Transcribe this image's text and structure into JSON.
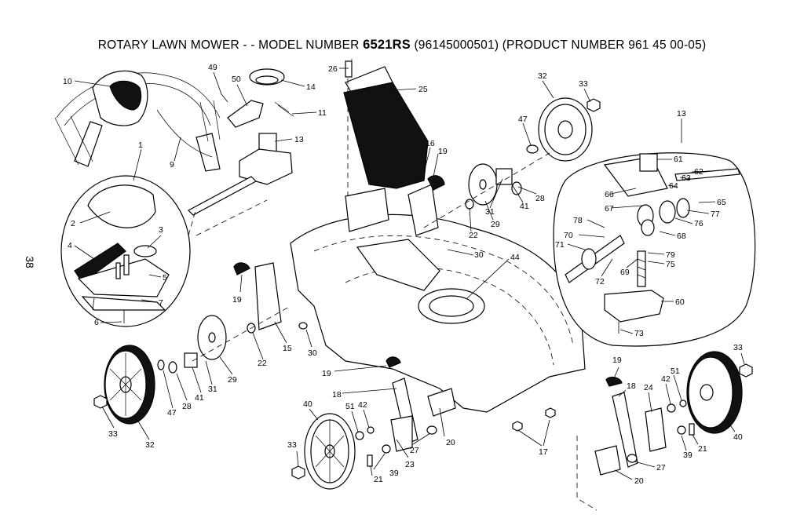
{
  "header": {
    "prefix": "ROTARY LAWN MOWER - - MODEL NUMBER",
    "model": "6521RS",
    "suffix": "(96145000501) (PRODUCT NUMBER 961 45 00-05)"
  },
  "page_number": "38",
  "callouts": [
    {
      "id": "c-10",
      "text": "10"
    },
    {
      "id": "c-1",
      "text": "1"
    },
    {
      "id": "c-9",
      "text": "9"
    },
    {
      "id": "c-2",
      "text": "2"
    },
    {
      "id": "c-3",
      "text": "3"
    },
    {
      "id": "c-4",
      "text": "4"
    },
    {
      "id": "c-5",
      "text": "5"
    },
    {
      "id": "c-7",
      "text": "7"
    },
    {
      "id": "c-6",
      "text": "6"
    },
    {
      "id": "c-49",
      "text": "49"
    },
    {
      "id": "c-50",
      "text": "50"
    },
    {
      "id": "c-14",
      "text": "14"
    },
    {
      "id": "c-11",
      "text": "11"
    },
    {
      "id": "c-13a",
      "text": "13"
    },
    {
      "id": "c-26",
      "text": "26"
    },
    {
      "id": "c-25",
      "text": "25"
    },
    {
      "id": "c-16",
      "text": "16"
    },
    {
      "id": "c-19a",
      "text": "19"
    },
    {
      "id": "c-32a",
      "text": "32"
    },
    {
      "id": "c-33a",
      "text": "33"
    },
    {
      "id": "c-47a",
      "text": "47"
    },
    {
      "id": "c-28a",
      "text": "28"
    },
    {
      "id": "c-41a",
      "text": "41"
    },
    {
      "id": "c-31a",
      "text": "31"
    },
    {
      "id": "c-29a",
      "text": "29"
    },
    {
      "id": "c-22a",
      "text": "22"
    },
    {
      "id": "c-30a",
      "text": "30"
    },
    {
      "id": "c-44",
      "text": "44"
    },
    {
      "id": "c-13b",
      "text": "13"
    },
    {
      "id": "c-61",
      "text": "61"
    },
    {
      "id": "c-62",
      "text": "62"
    },
    {
      "id": "c-63",
      "text": "63"
    },
    {
      "id": "c-64",
      "text": "64"
    },
    {
      "id": "c-66",
      "text": "66"
    },
    {
      "id": "c-65",
      "text": "65"
    },
    {
      "id": "c-67",
      "text": "67"
    },
    {
      "id": "c-77",
      "text": "77"
    },
    {
      "id": "c-78",
      "text": "78"
    },
    {
      "id": "c-76",
      "text": "76"
    },
    {
      "id": "c-70",
      "text": "70"
    },
    {
      "id": "c-68",
      "text": "68"
    },
    {
      "id": "c-71",
      "text": "71"
    },
    {
      "id": "c-79",
      "text": "79"
    },
    {
      "id": "c-75",
      "text": "75"
    },
    {
      "id": "c-69",
      "text": "69"
    },
    {
      "id": "c-72",
      "text": "72"
    },
    {
      "id": "c-60",
      "text": "60"
    },
    {
      "id": "c-73",
      "text": "73"
    },
    {
      "id": "c-19b",
      "text": "19"
    },
    {
      "id": "c-15",
      "text": "15"
    },
    {
      "id": "c-30b",
      "text": "30"
    },
    {
      "id": "c-22b",
      "text": "22"
    },
    {
      "id": "c-29b",
      "text": "29"
    },
    {
      "id": "c-31b",
      "text": "31"
    },
    {
      "id": "c-41b",
      "text": "41"
    },
    {
      "id": "c-28b",
      "text": "28"
    },
    {
      "id": "c-47b",
      "text": "47"
    },
    {
      "id": "c-32b",
      "text": "32"
    },
    {
      "id": "c-33b",
      "text": "33"
    },
    {
      "id": "c-19c",
      "text": "19"
    },
    {
      "id": "c-18a",
      "text": "18"
    },
    {
      "id": "c-40a",
      "text": "40"
    },
    {
      "id": "c-51a",
      "text": "51"
    },
    {
      "id": "c-42a",
      "text": "42"
    },
    {
      "id": "c-27a",
      "text": "27"
    },
    {
      "id": "c-20a",
      "text": "20"
    },
    {
      "id": "c-23",
      "text": "23"
    },
    {
      "id": "c-39a",
      "text": "39"
    },
    {
      "id": "c-21a",
      "text": "21"
    },
    {
      "id": "c-33c",
      "text": "33"
    },
    {
      "id": "c-17",
      "text": "17"
    },
    {
      "id": "c-19d",
      "text": "19"
    },
    {
      "id": "c-18b",
      "text": "18"
    },
    {
      "id": "c-24",
      "text": "24"
    },
    {
      "id": "c-42b",
      "text": "42"
    },
    {
      "id": "c-51b",
      "text": "51"
    },
    {
      "id": "c-33d",
      "text": "33"
    },
    {
      "id": "c-40b",
      "text": "40"
    },
    {
      "id": "c-21b",
      "text": "21"
    },
    {
      "id": "c-39b",
      "text": "39"
    },
    {
      "id": "c-27b",
      "text": "27"
    },
    {
      "id": "c-20b",
      "text": "20"
    }
  ]
}
